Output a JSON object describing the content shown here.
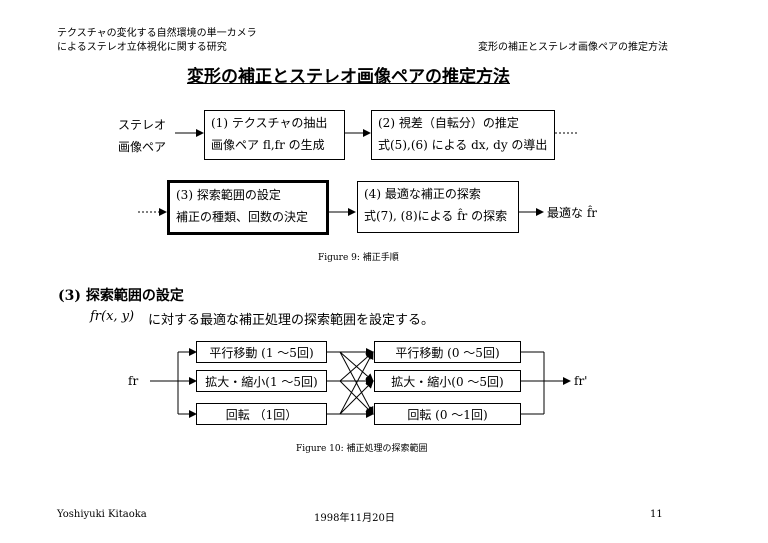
{
  "header": {
    "left_line1": "テクスチャの変化する自然環境の単一カメラ",
    "left_line2": "によるステレオ立体視化に関する研究",
    "right": "変形の補正とステレオ画像ペアの推定方法"
  },
  "title": "変形の補正とステレオ画像ペアの推定方法",
  "flow": {
    "input_label_1": "ステレオ",
    "input_label_2": "画像ペア",
    "box1": {
      "line1": "(1) テクスチャの抽出",
      "line2": "画像ペア fl,fr の生成"
    },
    "box2": {
      "line1": "(2) 視差（自転分）の推定",
      "line2": "式(5),(6) による dx, dy の導出"
    },
    "box3": {
      "line1": "(3) 探索範囲の設定",
      "line2": "補正の種類、回数の決定"
    },
    "box4": {
      "line1": "(4) 最適な補正の探索",
      "line2": "式(7), (8)による f̂r の探索"
    },
    "output_label": "最適な f̂r",
    "caption": "Figure 9: 補正手順"
  },
  "section": {
    "heading": "(3) 探索範囲の設定",
    "description_formula": "fr(x, y)",
    "description_text": "に対する最適な補正処理の探索範囲を設定する。"
  },
  "search": {
    "input": "fr",
    "output": "fr'",
    "left_boxes": [
      "平行移動 (1 〜5回)",
      "拡大・縮小(1 〜5回)",
      "回転 （1回）"
    ],
    "right_boxes": [
      "平行移動 (0 〜5回)",
      "拡大・縮小(0 〜5回)",
      "回転 (0 〜1回)"
    ],
    "caption": "Figure 10: 補正処理の探索範囲"
  },
  "footer": {
    "author": "Yoshiyuki Kitaoka",
    "date": "1998年11月20日",
    "page": "11"
  }
}
